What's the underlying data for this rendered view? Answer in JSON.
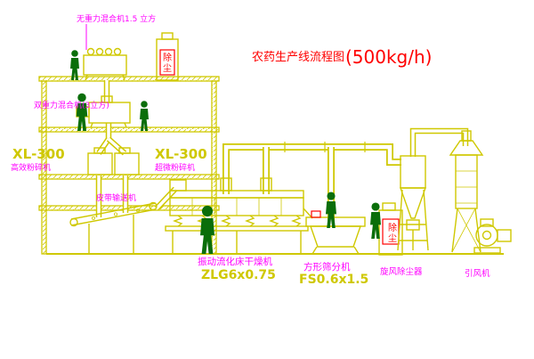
{
  "title": {
    "name": "农药生产线流程图",
    "capacity": "(500kg/h)"
  },
  "labels": {
    "mixer_top": "无重力混合机1.5 立方",
    "mixer_mid": "双重力混合机(3立方)",
    "mill_left_model": "XL-300",
    "mill_left_name": "高效粉碎机",
    "mill_right_model": "XL-300",
    "mill_right_name": "超微粉碎机",
    "belt_conveyor": "皮带输送机",
    "dryer_name": "振动流化床干燥机",
    "dryer_model": "ZLG6x0.75",
    "sifter_name": "方形筛分机",
    "sifter_model": "FS0.6x1.5",
    "cyclone": "旋风除尘器",
    "fan": "引风机",
    "dust1": "除",
    "dust2": "尘"
  },
  "colors": {
    "line_yellow": "#cfc800",
    "label_magenta": "#ff00ff",
    "accent_red": "#ff0000",
    "figure_green": "#0a6e0a",
    "background": "#ffffff"
  }
}
